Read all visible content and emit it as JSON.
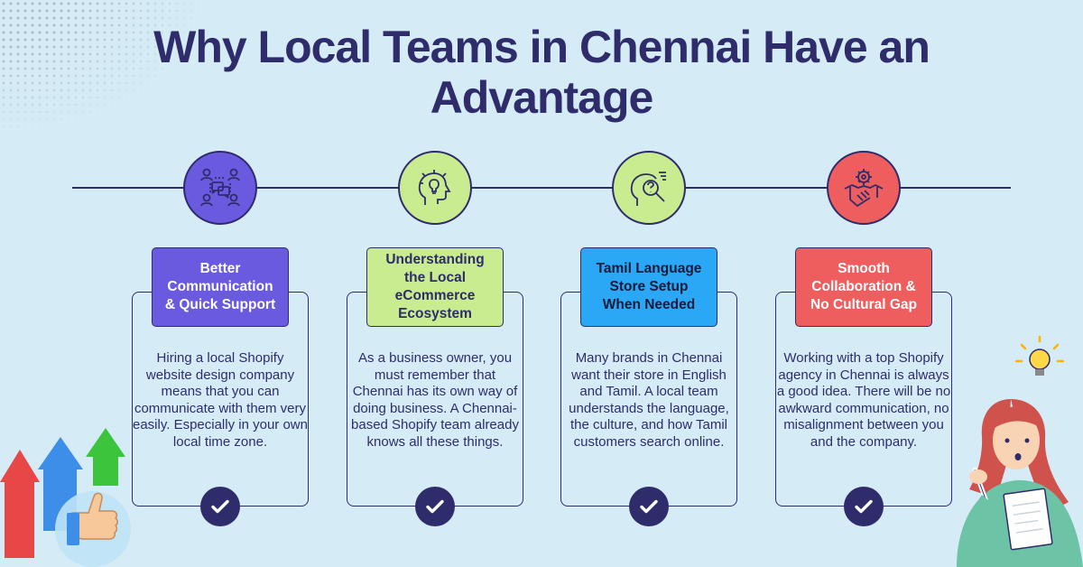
{
  "title": "Why Local Teams in Chennai Have an Advantage",
  "colors": {
    "background": "#d5ecf6",
    "navy": "#2e2c6b",
    "purple": "#6a5ae0",
    "green": "#c8ec8f",
    "blue": "#2aa8f6",
    "red": "#ef5e5e"
  },
  "cards": [
    {
      "icon": "team-communication-icon",
      "heading": "Better\nCommunication\n& Quick Support",
      "description": "Hiring a local Shopify website design company means that you can communicate with them very easily. Especially in your own local time zone."
    },
    {
      "icon": "head-lightbulb-icon",
      "heading": "Understanding\nthe Local\neCommerce\nEcosystem",
      "description": "As a business owner, you must remember that Chennai has its own way of doing business. A Chennai-based Shopify team already knows all these things."
    },
    {
      "icon": "head-magnifier-question-icon",
      "heading": "Tamil Language\nStore Setup\nWhen Needed",
      "description": "Many brands in Chennai want their store in English and Tamil. A local team understands the language, the culture, and how Tamil customers search online."
    },
    {
      "icon": "handshake-gear-icon",
      "heading": "Smooth\nCollaboration &\nNo Cultural Gap",
      "description": "Working with a top Shopify agency in Chennai is always a good idea. There will be no awkward communication, no misalignment between you and the company."
    }
  ]
}
